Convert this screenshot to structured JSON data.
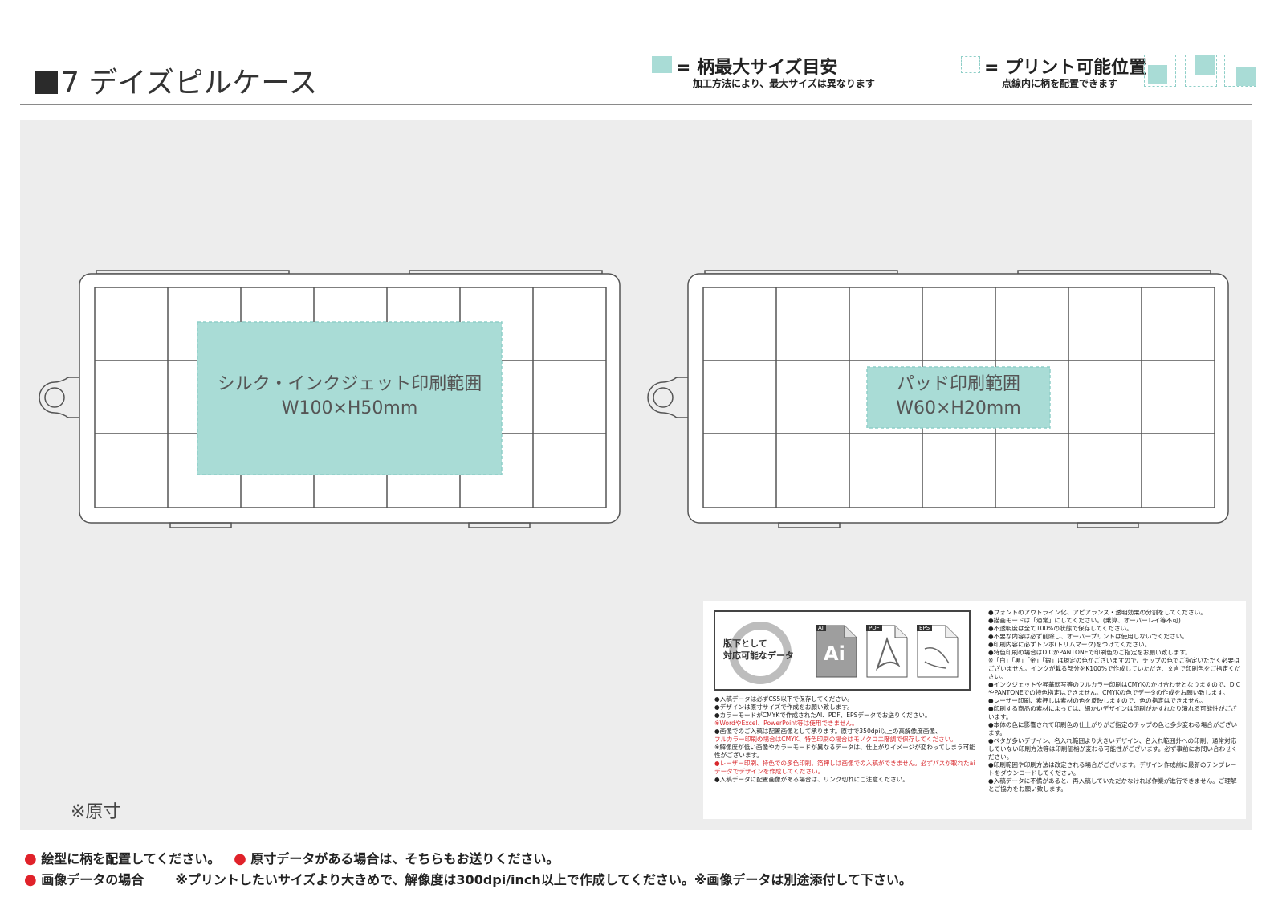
{
  "header": {
    "title": "7 デイズピルケース",
    "legend_max_size": "= 柄最大サイズ目安",
    "legend_max_note": "加工方法により、最大サイズは異なります",
    "legend_print_pos": "= プリント可能位置",
    "legend_print_note": "点線内に柄を配置できます"
  },
  "colors": {
    "print_area": "#a9dcd6",
    "print_border": "#8fcfc8",
    "accent_red": "#e0222a"
  },
  "templates": [
    {
      "label_line1": "シルク・インクジェット印刷範囲",
      "label_line2": "W100×H50mm"
    },
    {
      "label_line1": "パッド印刷範囲",
      "label_line2": "W60×H20mm"
    }
  ],
  "scale_note": "※原寸",
  "info_panel": {
    "data_label_line1": "版下として",
    "data_label_line2": "対応可能なデータ",
    "icons": {
      "ai": "AI",
      "ai_big": "Ai",
      "pdf": "PDF",
      "eps": "EPS"
    },
    "left_notes": [
      "●入稿データは必ずCS5以下で保存してください。",
      "●デザインは原寸サイズで作成をお願い致します。",
      "●カラーモードがCMYKで作成されたAI、PDF、EPSデータでお送りください。",
      "※WordやExcel、PowerPoint等は使用できません。",
      "●画像でのご入稿は配置画像として承ります。原寸で350dpi以上の高解像度画像、",
      "フルカラー印刷の場合はCMYK、特色印刷の場合はモノクロ二階調で保存してください。",
      "※解像度が低い画像やカラーモードが異なるデータは、仕上がりイメージが変わってしまう可能性がございます。",
      "●レーザー印刷、特色での多色印刷、箔押しは画像での入稿ができません。必ずパスが取れたaiデータでデザインを作成してください。",
      "●入稿データに配置画像がある場合は、リンク切れにご注意ください。"
    ],
    "right_notes": [
      "●フォントのアウトライン化、アピアランス・透明効果の分割をしてください。",
      "●描画モードは「通常」にしてください。(乗算、オーバーレイ等不可)",
      "●不透明度は全て100%の状態で保存してください。",
      "●不要な内容は必ず削除し、オーバープリントは使用しないでください。",
      "●印刷内容に必ずトンボ(トリムマーク)をつけてください。",
      "●特色印刷の場合はDICかPANTONEで印刷色のご指定をお願い致します。",
      "※「白」「黒」「金」「銀」は規定の色がございますので、チップの色でご指定いただく必要はございません。インクが載る部分をK100%で作成していただき、文言で印刷色をご指定ください。",
      "●インクジェットや昇華転写等のフルカラー印刷はCMYKのかけ合わせとなりますので、DICやPANTONEでの特色指定はできません。CMYKの色でデータの作成をお願い致します。",
      "●レーザー印刷、素押しは素材の色を反映しますので、色の指定はできません。",
      "●印刷する商品の素材によっては、細かいデザインは印刷がかすれたり潰れる可能性がございます。",
      "●本体の色に影響されて印刷色の仕上がりがご指定のチップの色と多少変わる場合がございます。",
      "●ベタが多いデザイン、名入れ範囲より大きいデザイン、名入れ範囲外への印刷、通常対応していない印刷方法等は印刷価格が変わる可能性がございます。必ず事前にお問い合わせください。",
      "●印刷範囲や印刷方法は改定される場合がございます。デザイン作成前に最新のテンプレートをダウンロードしてください。",
      "●入稿データに不備があると、再入稿していただかなければ作業が進行できません。ご理解とご協力をお願い致します。"
    ]
  },
  "footer": {
    "line1_a": "絵型に柄を配置してください。",
    "line1_b": "原寸データがある場合は、そちらもお送りください。",
    "line2_a": "画像データの場合",
    "line2_b": "※プリントしたいサイズより大きめで、解像度は300dpi/inch以上で作成してください。※画像データは別途添付して下さい。",
    "bullet": "●"
  }
}
